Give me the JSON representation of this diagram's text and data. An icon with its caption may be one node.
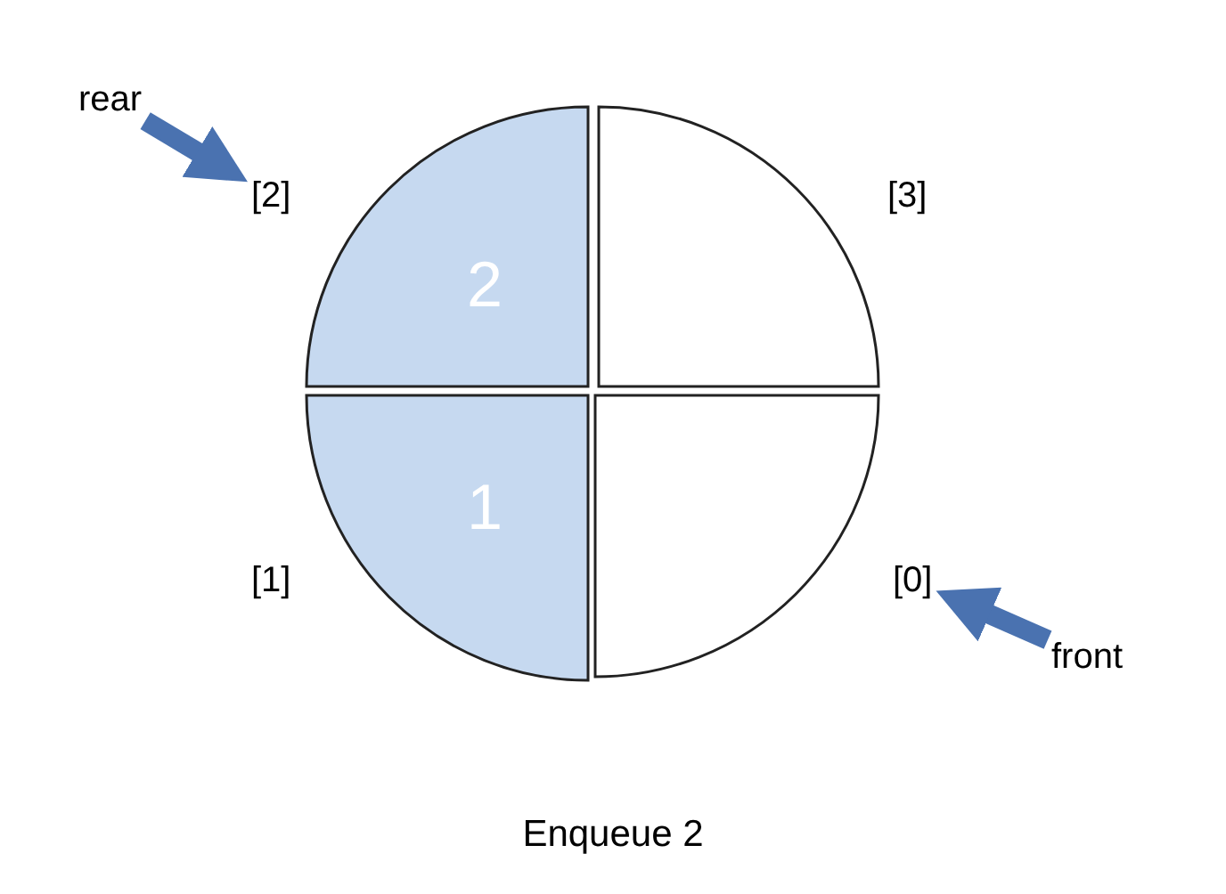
{
  "diagram": {
    "caption": "Enqueue 2",
    "nodes": [
      {
        "text": [
          "2"
        ]
      },
      {
        "text": [],
        "shape": "sector"
      },
      {
        "text": [
          "1"
        ]
      },
      {
        "text": [],
        "shape": "sector"
      },
      {
        "text": [
          "[2]"
        ]
      },
      {
        "text": [
          "[0]"
        ]
      },
      {
        "text": [
          "rear"
        ]
      },
      {
        "text": [
          "front"
        ]
      }
    ],
    "edges": [
      {
        "from": 6,
        "to": 4,
        "arrow": "to"
      },
      {
        "from": 7,
        "to": 5,
        "arrow": "to"
      }
    ],
    "labels": [
      "[3]",
      "[1]"
    ]
  }
}
